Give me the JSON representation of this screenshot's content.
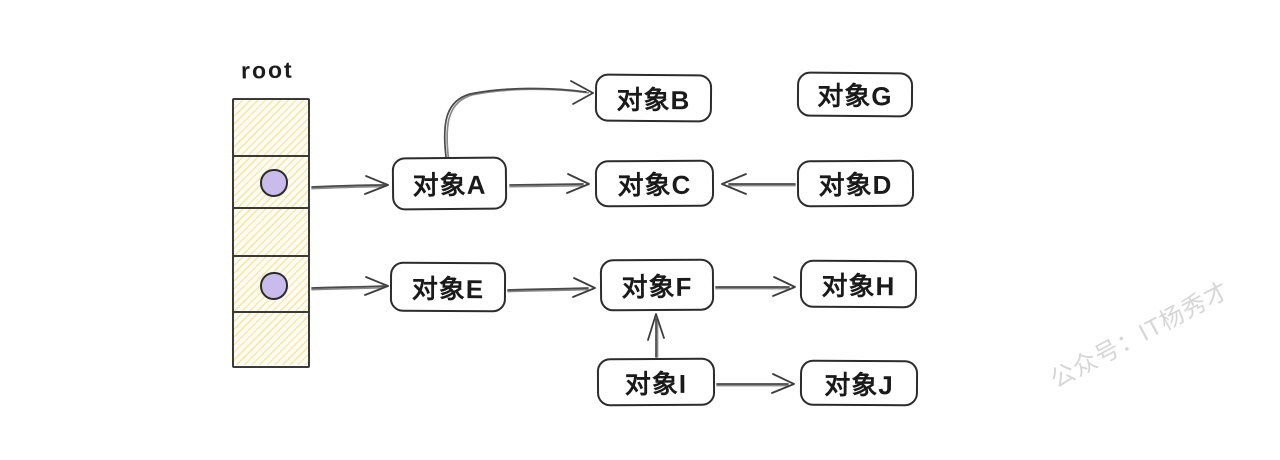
{
  "diagram": {
    "title_hint": "GC root reachability diagram",
    "root_stack": {
      "label": "root",
      "cells": [
        {
          "index": 1,
          "has_pointer": false
        },
        {
          "index": 2,
          "has_pointer": true
        },
        {
          "index": 3,
          "has_pointer": false
        },
        {
          "index": 4,
          "has_pointer": true
        },
        {
          "index": 5,
          "has_pointer": false
        }
      ]
    },
    "nodes": {
      "A": {
        "label": "对象A"
      },
      "B": {
        "label": "对象B"
      },
      "C": {
        "label": "对象C"
      },
      "D": {
        "label": "对象D"
      },
      "E": {
        "label": "对象E"
      },
      "F": {
        "label": "对象F"
      },
      "G": {
        "label": "对象G"
      },
      "H": {
        "label": "对象H"
      },
      "I": {
        "label": "对象I"
      },
      "J": {
        "label": "对象J"
      }
    },
    "edges": [
      {
        "from": "root-cell-2",
        "to": "A"
      },
      {
        "from": "A",
        "to": "B"
      },
      {
        "from": "A",
        "to": "C"
      },
      {
        "from": "D",
        "to": "C"
      },
      {
        "from": "root-cell-4",
        "to": "E"
      },
      {
        "from": "E",
        "to": "F"
      },
      {
        "from": "F",
        "to": "H"
      },
      {
        "from": "I",
        "to": "F"
      },
      {
        "from": "I",
        "to": "J"
      }
    ],
    "watermark": "公众号：IT杨秀才",
    "colors": {
      "background": "#ffffff",
      "stack_fill": "#fffdf3",
      "stack_hatch": "#f2dc8c",
      "pointer_dot": "#c9bcec",
      "node_border": "#2c2c2c",
      "arrow_stroke": "#4a4a4a",
      "watermark_gray": "#d6d6d6"
    }
  }
}
